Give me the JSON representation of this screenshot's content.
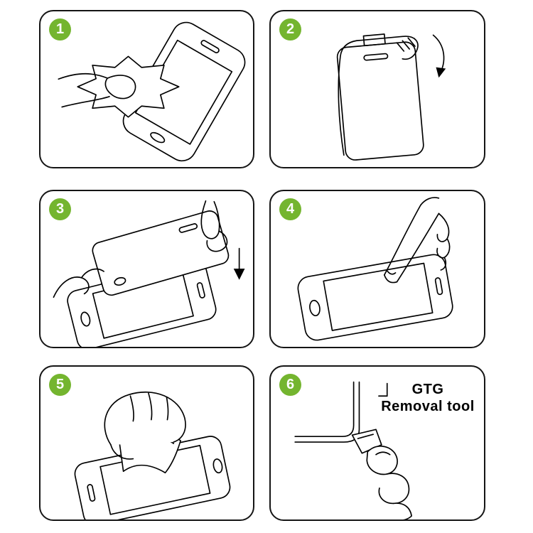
{
  "colors": {
    "background": "#ffffff",
    "step_badge": "#74b52f",
    "step_number": "#ffffff",
    "line_art": "#000000",
    "panel_border": "#151515"
  },
  "steps": [
    {
      "number": "1",
      "illustration": "wipe-screen-with-cloth"
    },
    {
      "number": "2",
      "illustration": "peel-backing-film"
    },
    {
      "number": "3",
      "illustration": "align-and-lower-glass"
    },
    {
      "number": "4",
      "illustration": "press-screen-center"
    },
    {
      "number": "5",
      "illustration": "smooth-out-bubbles"
    },
    {
      "number": "6",
      "illustration": "corner-removal-tool",
      "label_line1": "GTG",
      "label_line2": "Removal tool"
    }
  ]
}
